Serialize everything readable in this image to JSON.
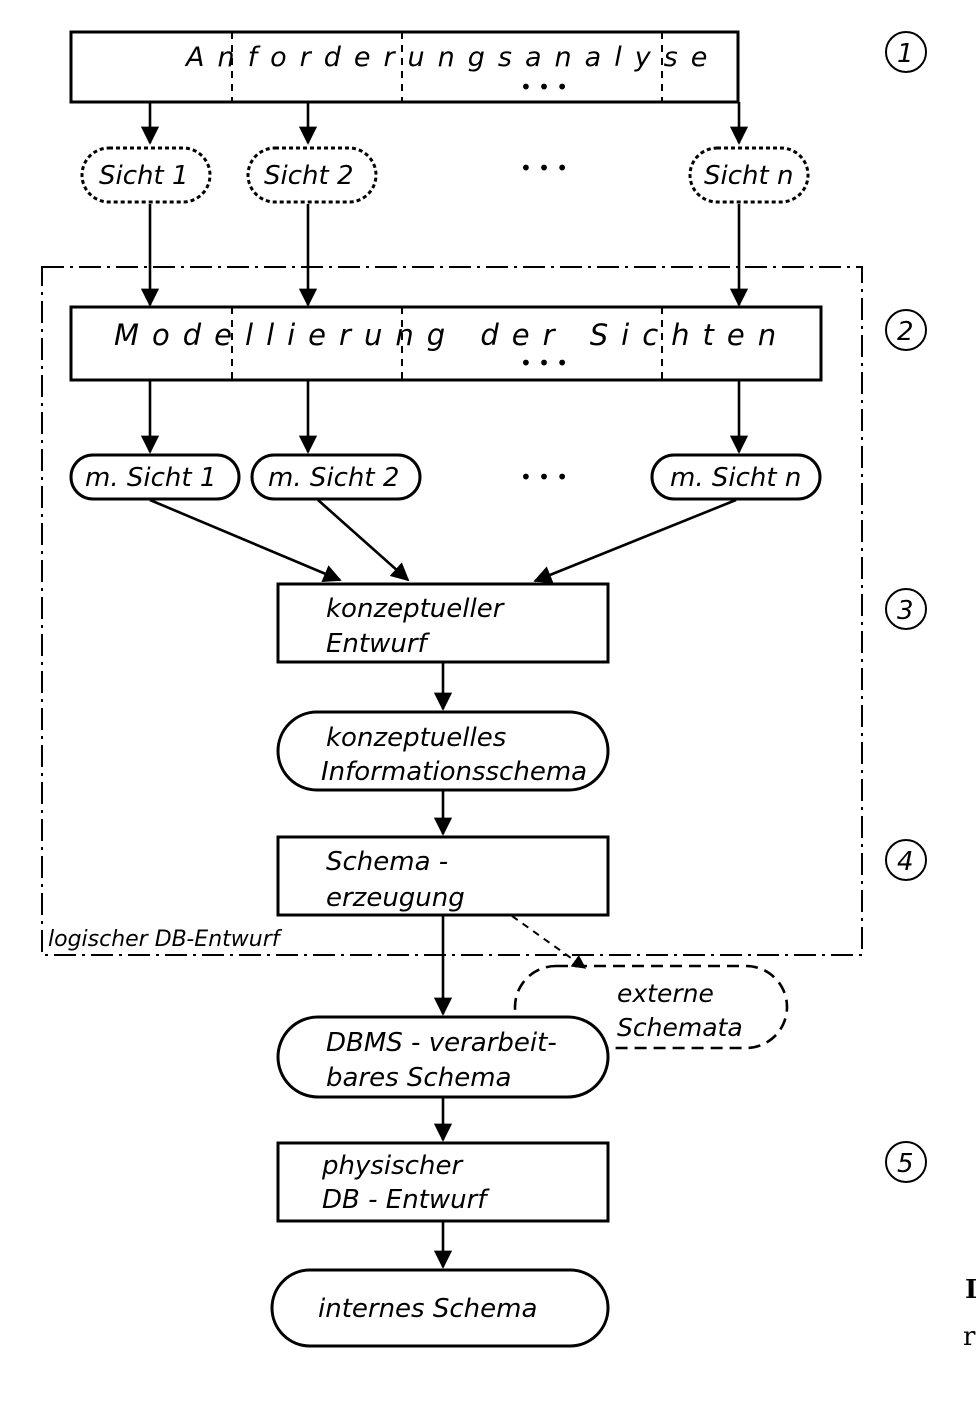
{
  "steps": {
    "anforderung": "Anforderungsanalyse",
    "dots": "• • •",
    "sichten": [
      "Sicht 1",
      "Sicht 2",
      "Sicht n"
    ],
    "modellierung": "Modellierung der Sichten",
    "m_sichten": [
      "m. Sicht 1",
      "m. Sicht 2",
      "m. Sicht n"
    ],
    "konzept_entwurf": [
      "konzeptueller",
      "Entwurf"
    ],
    "konzept_schema": [
      "konzeptuelles",
      "Informationsschema"
    ],
    "schema_erzeugung": [
      "Schema -",
      "erzeugung"
    ],
    "externe": [
      "externe",
      "Schemata"
    ],
    "dbms": [
      "DBMS - verarbeit-",
      "bares Schema"
    ],
    "physisch": [
      "physischer",
      "DB - Entwurf"
    ],
    "intern": "internes Schema"
  },
  "region_label": "logischer DB-Entwurf",
  "phase_numbers": [
    "1",
    "2",
    "3",
    "4",
    "5"
  ],
  "margin_fragments": [
    "I",
    "r"
  ]
}
